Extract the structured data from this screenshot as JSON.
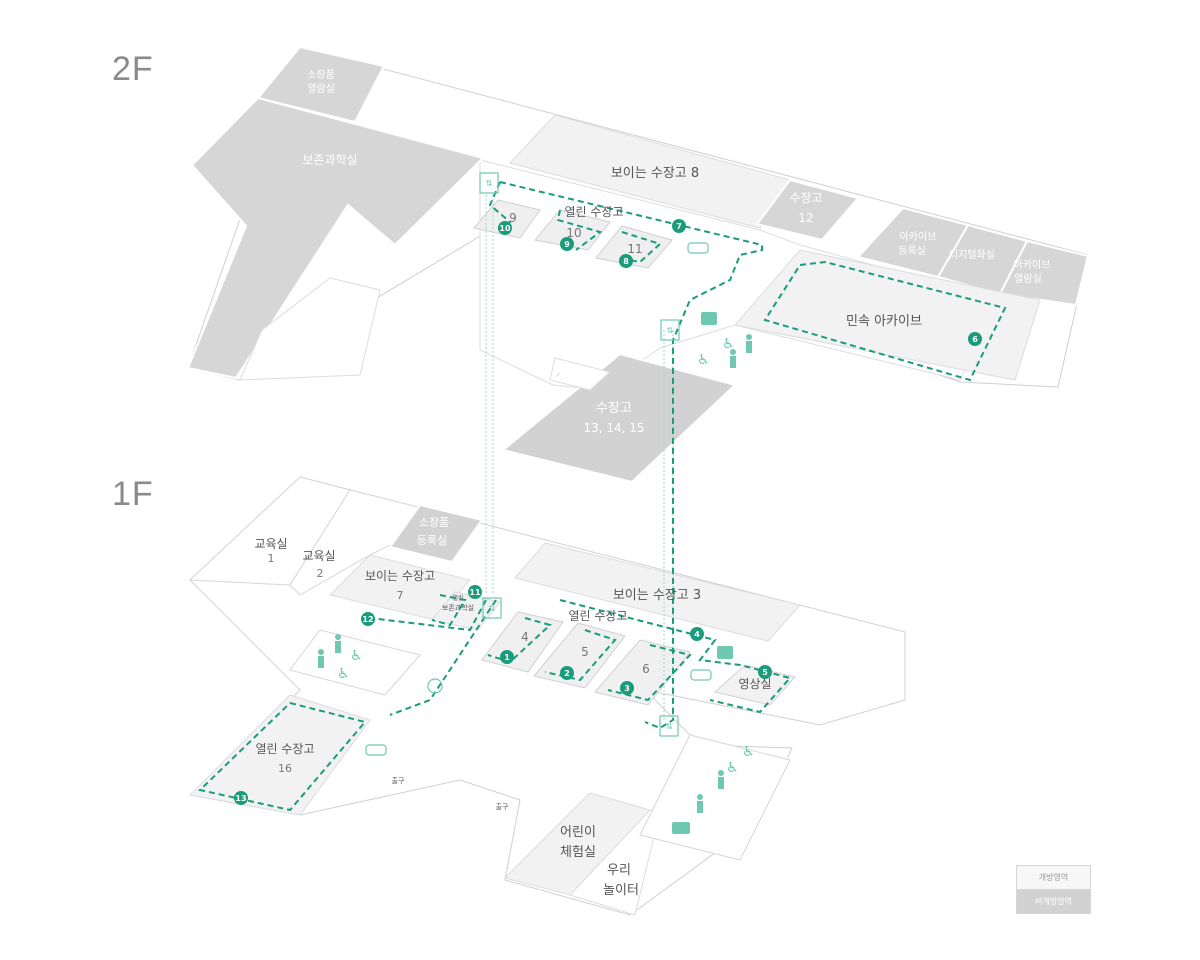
{
  "floors": {
    "f2": "2F",
    "f1": "1F"
  },
  "colors": {
    "route": "#1a9c7c",
    "open_area": "#f4f4f4",
    "closed_area": "#d6d6d6",
    "outline": "#c8c8c8",
    "icon": "#6fc8b1"
  },
  "rooms_2f": {
    "storage_view": [
      "소장품",
      "열람실"
    ],
    "conservation": [
      "보존과학실"
    ],
    "visible_storage_8": [
      "보이는 수장고 8"
    ],
    "storage_12": [
      "수장고",
      "12"
    ],
    "open_storage": [
      "열린 수장고"
    ],
    "room_9": [
      "9"
    ],
    "room_10": [
      "10"
    ],
    "room_11": [
      "11"
    ],
    "archive_reg": [
      "아카이브",
      "등록실"
    ],
    "digitize": [
      "디지털화실"
    ],
    "archive_view": [
      "아카이브",
      "열람실"
    ],
    "folk_archive": [
      "민속 아카이브"
    ],
    "storage_13_15": [
      "수장고",
      "13, 14, 15"
    ]
  },
  "rooms_1f": {
    "edu_1": [
      "교육실",
      "1"
    ],
    "edu_2": [
      "교육실",
      "2"
    ],
    "collection_reg": [
      "소장품",
      "등록실"
    ],
    "visible_storage_7": [
      "보이는 수장고",
      "7"
    ],
    "open_conservation": [
      "열린",
      "보존과학실"
    ],
    "visible_storage_3": [
      "보이는 수장고 3"
    ],
    "open_storage": [
      "열린 수장고"
    ],
    "room_4": [
      "4"
    ],
    "room_5": [
      "5"
    ],
    "room_6": [
      "6"
    ],
    "video_room": [
      "영상실"
    ],
    "open_storage_16": [
      "열린 수장고",
      "16"
    ],
    "kids_room": [
      "어린이",
      "체험실"
    ],
    "playground": [
      "우리",
      "놀이터"
    ],
    "exit_1": [
      "출구"
    ],
    "exit_2": [
      "출구"
    ]
  },
  "route_markers": [
    "1",
    "2",
    "3",
    "4",
    "5",
    "6",
    "7",
    "8",
    "9",
    "10",
    "11",
    "12",
    "13"
  ],
  "icons": [
    "elevator-icon",
    "restroom-icon",
    "wheelchair-icon",
    "luggage-icon",
    "sofa-icon",
    "stairs-icon",
    "clock-icon",
    "nursing-room-icon"
  ],
  "legend": {
    "open": "개방영역",
    "closed": "비개방영역"
  }
}
